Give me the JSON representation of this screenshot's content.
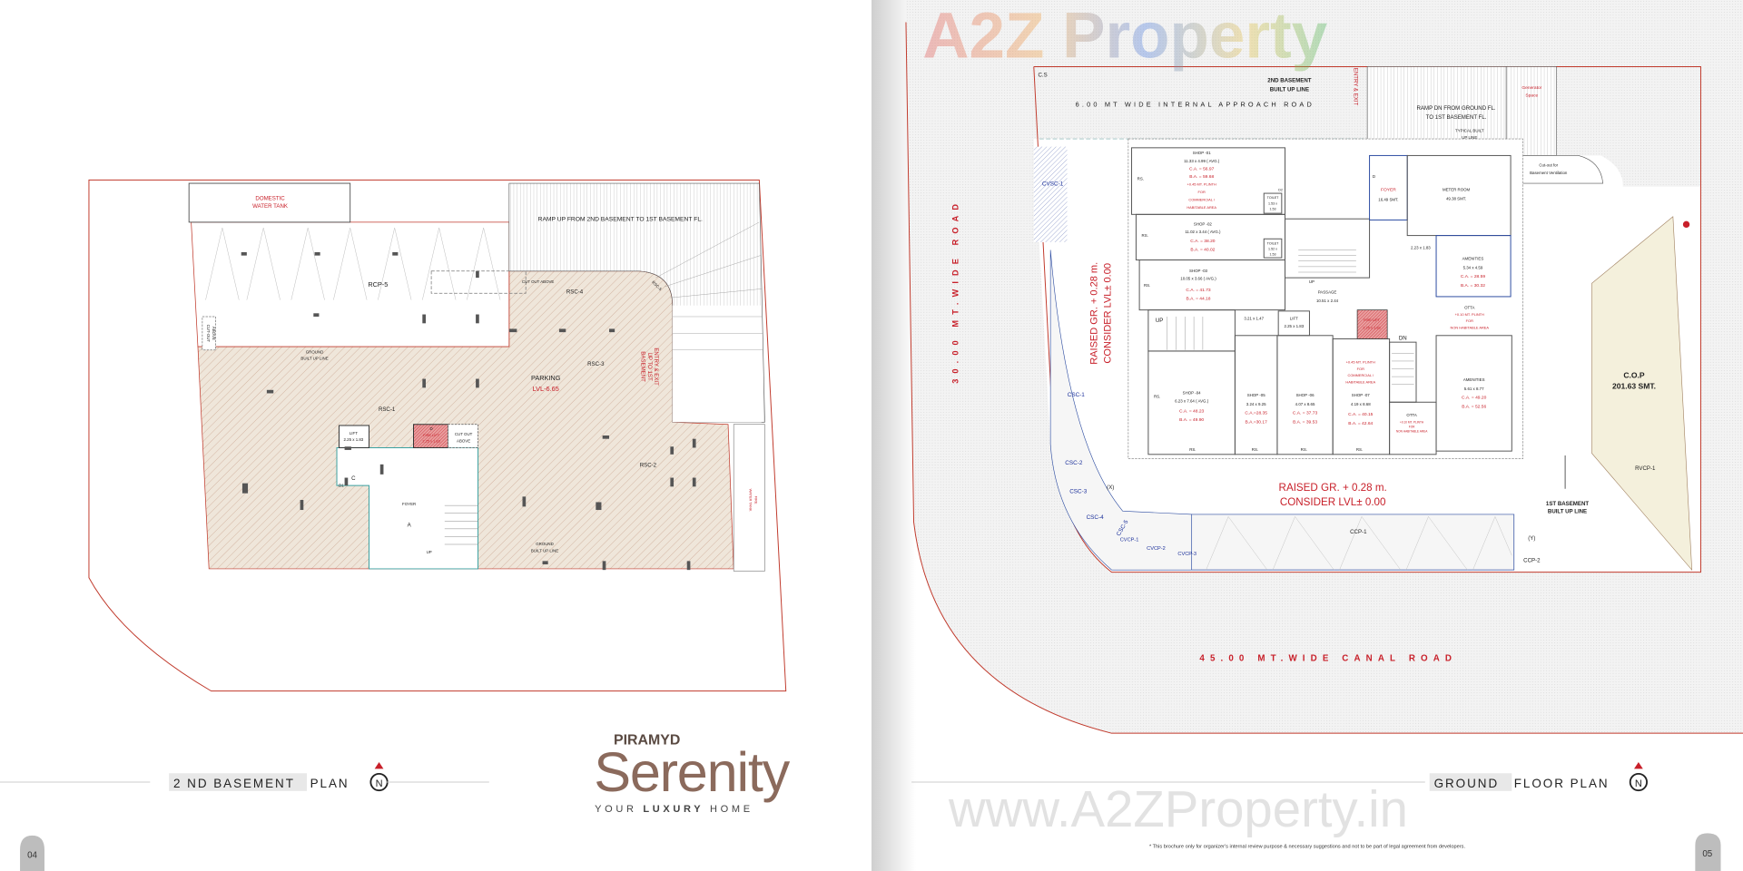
{
  "left_page": {
    "title_highlight": "2 ND BASEMENT",
    "title_rest": "PLAN",
    "compass": "N",
    "page_number": "04",
    "plan": {
      "domestic_tank": [
        "DOMESTIC",
        "WATER TANK"
      ],
      "ramp": "RAMP UP FROM 2ND BASEMENT TO 1ST BASEMENT FL.",
      "rcp5": "RCP-5",
      "cutout_left": [
        "CUT-OUT",
        "ABOVE"
      ],
      "cutout_top": "CUT OUT ABOVE",
      "rsc4": "RSC-4",
      "rsc5": "RSC-5",
      "ground_line_1": [
        "GROUND",
        "BUILT UP LINE"
      ],
      "rsc3": "RSC-3",
      "parking": "PARKING",
      "level": "LVL-6.65",
      "entry": [
        "ENTRY & EXIT",
        "UP TO 1ST",
        "BASEMENT"
      ],
      "rsc1": "RSC-1",
      "lift": [
        "LIFT",
        "2.25 x 1.83"
      ],
      "d": "D",
      "fire_lift": [
        "FIRE LIFT",
        "2.25 x 1.83"
      ],
      "cutout_core": [
        "CUT OUT",
        "ABOVE"
      ],
      "c": "C",
      "d1": "D1",
      "foyer": "FOYER",
      "a": "A",
      "up": "UP",
      "rsc2": "RSC-2",
      "ground_line_2": [
        "GROUND",
        "BUILT UP LINE"
      ],
      "fire_tank": [
        "FIRE",
        "WATER TANK"
      ]
    }
  },
  "logo": {
    "brand": "PIRAMYD",
    "name": "Serenity",
    "tagline_1": "YOUR",
    "tagline_2": "LUXURY",
    "tagline_3": "HOME"
  },
  "right_page": {
    "title_highlight": "GROUND",
    "title_rest": "FLOOR PLAN",
    "compass": "N",
    "page_number": "05",
    "disclaimer": "* This brochure only for organizer's internal review purpose & necessary suggestions and not to be part of legal agreement from developers.",
    "watermark_top": "A2Z Property",
    "watermark_bottom": "www.A2ZProperty.in",
    "plan": {
      "cs": "C.S",
      "basement2_line": [
        "2ND BASEMENT",
        "BUILT UP LINE"
      ],
      "approach_road": "6.00 MT WIDE INTERNAL APPROACH ROAD",
      "entry_exit": "ENTRY & EXIT",
      "ramp": [
        "RAMP DN FROM GROUND FL.",
        "TO 1ST BASEMENT FL."
      ],
      "typical_line": [
        "TYPICAL BUILT",
        "UP LINE"
      ],
      "generator": [
        "Generator",
        "Space"
      ],
      "cutout": [
        "Cut-out for",
        "Basement Ventilation"
      ],
      "side_road": "30.00 MT.WIDE ROAD",
      "canal_road": "45.00 MT.WIDE CANAL ROAD",
      "cvsc1": "CVSC-1",
      "raised_side": [
        "RAISED GR. + 0.28 m.",
        "CONSIDER LVL± 0.00"
      ],
      "raised_front": [
        "RAISED GR. + 0.28 m.",
        "CONSIDER LVL± 0.00"
      ],
      "csc1": "CSC-1",
      "csc2": "CSC-2",
      "csc3": "CSC-3",
      "csc4": "CSC-4",
      "csc5": "CSC-5",
      "x_mark": "(X)",
      "y_mark": "(Y)",
      "cvcp1": "CVCP-1",
      "cvcp2": "CVCP-2",
      "cvcp3": "CVCP-3",
      "ccp1": "CCP-1",
      "ccp2": "CCP-2",
      "basement1_line": [
        "1ST BASEMENT",
        "BUILT UP LINE"
      ],
      "cop": [
        "C.O.P",
        "201.63 SMT."
      ],
      "rvcp1": "RVCP-1",
      "shops": [
        {
          "name": "SHOP -01",
          "size": "11.33 x 4.99 ( AVG.)",
          "ca": "C.A. = 56.97",
          "ba": "B.A. = 59.68",
          "note": [
            "+0.45 MT. PLINTH",
            "FOR",
            "COMMERCIAL /",
            "HABITABLE AREA"
          ]
        },
        {
          "name": "SHOP -02",
          "size": "11.02 x 3.44 ( AVG.)",
          "ca": "C.A. = 38.20",
          "ba": "B.A. = 40.02"
        },
        {
          "name": "SHOP -03",
          "size": "10.05 x 3.66 ( AVG.)",
          "ca": "C.A. = 41.73",
          "ba": "B.A. = 44.18"
        },
        {
          "name": "SHOP -04",
          "size": "6.23 x 7.64 ( AVG.)",
          "ca": "C.A. = 48.23",
          "ba": "B.A. = 49.90"
        },
        {
          "name": "SHOP -05",
          "size": "3.24 x 9.25",
          "ca": "C.A.=28.35",
          "ba": "B.A.=30.17"
        },
        {
          "name": "SHOP -06",
          "size": "4.07 x 8.65",
          "ca": "C.A. = 37.73",
          "ba": "B.A. = 39.53"
        },
        {
          "name": "SHOP -07",
          "size": "4.19 x 8.68",
          "ca": "C.A. = 40.15",
          "ba": "B.A. = 42.64"
        }
      ],
      "plinth_note": [
        "+0.45 MT. PLINTH",
        "FOR",
        "COMMERCIAL /",
        "HABITABLE AREA"
      ],
      "rs": "RS.",
      "toilet": [
        "TOILET",
        "1.53 x",
        "1.53"
      ],
      "toilet2": [
        "TOILET",
        "1.52 x",
        "1.53"
      ],
      "d2": "D2",
      "passage": [
        "UP",
        "PASSAGE",
        "10.51 x 2.44"
      ],
      "foyer": [
        "FOYER",
        "16.49 SMT."
      ],
      "door_d": "D",
      "meter_room": [
        "METER ROOM",
        "49.38 SMT."
      ],
      "dim_223": "2.23 x 1.83",
      "amenities_1": [
        "AMENITIES",
        "5.34 x 4.59",
        "C.A. = 28.59",
        "B.A. = 30.32"
      ],
      "otta_1": [
        "OTTA",
        "+0.10 MT. PLINTH",
        "FOR",
        "NON HABITABLE AREA"
      ],
      "amenities_2": [
        "AMENITIES",
        "5.61 x 8.77",
        "C.A. = 49.20",
        "B.A. = 52.56"
      ],
      "otta_2": [
        "OTTA",
        "+0.10 MT. PLINTH",
        "FOR",
        "NON HABITABLE AREA"
      ],
      "lift": [
        "LIFT",
        "2.25 x 1.83"
      ],
      "fire_lift": [
        "FIRE LIFT",
        "2.25 x 1.83"
      ],
      "dim_321": "3.21 x 1.47",
      "up": "UP",
      "dn": "DN"
    }
  },
  "colors": {
    "accent_red": "#c8202a",
    "logo_brown": "#8b6a5c",
    "label_blue": "#1a2f9a"
  }
}
